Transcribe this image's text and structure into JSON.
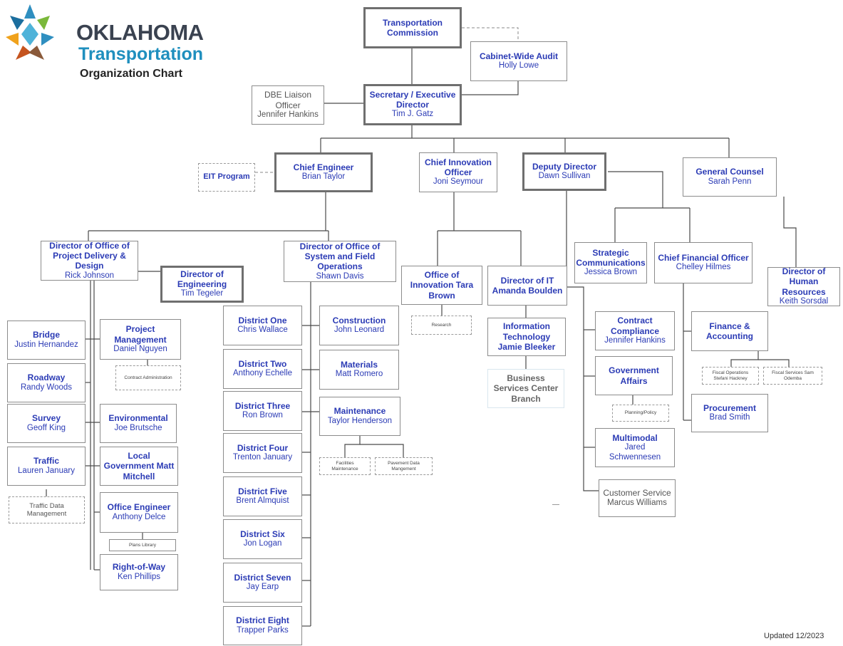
{
  "header": {
    "brand_line1": "OKLAHOMA",
    "brand_line2": "Transportation",
    "subtitle": "Organization Chart"
  },
  "footer": {
    "updated": "Updated 12/2023"
  },
  "nodes": {
    "transportation_commission": {
      "title": "Transportation Commission"
    },
    "cabinet_wide_audit": {
      "title": "Cabinet-Wide Audit",
      "name": "Holly Lowe"
    },
    "dbe_liaison": {
      "title": "DBE Liaison Officer",
      "name": "Jennifer Hankins"
    },
    "secretary": {
      "title": "Secretary / Executive Director",
      "name": "Tim J. Gatz"
    },
    "eit_program": {
      "title": "EIT Program"
    },
    "chief_engineer": {
      "title": "Chief Engineer",
      "name": "Brian Taylor"
    },
    "chief_innovation": {
      "title": "Chief Innovation Officer",
      "name": "Joni Seymour"
    },
    "deputy_director": {
      "title": "Deputy Director",
      "name": "Dawn Sullivan"
    },
    "general_counsel": {
      "title": "General Counsel",
      "name": "Sarah Penn"
    },
    "dir_project_delivery": {
      "title": "Director of Office of Project Delivery & Design",
      "name": "Rick Johnson"
    },
    "dir_engineering": {
      "title": "Director of Engineering",
      "name": "Tim Tegeler"
    },
    "dir_system_field": {
      "title": "Director of Office of System and Field Operations",
      "name": "Shawn Davis"
    },
    "office_innovation": {
      "title": "Office of Innovation Tara Brown"
    },
    "research": {
      "name": "Research"
    },
    "director_it": {
      "title": "Director of IT Amanda Boulden"
    },
    "info_tech": {
      "title": "Information Technology Jamie Bleeker"
    },
    "business_services": {
      "title": "Business Services Center Branch"
    },
    "strategic_comm": {
      "title": "Strategic Communications",
      "name": "Jessica Brown"
    },
    "cfo": {
      "title": "Chief Financial Officer",
      "name": "Chelley Hilmes"
    },
    "dir_hr": {
      "title": "Director of Human Resources",
      "name": "Keith Sorsdal"
    },
    "bridge": {
      "title": "Bridge",
      "name": "Justin Hernandez"
    },
    "roadway": {
      "title": "Roadway",
      "name": "Randy Woods"
    },
    "survey": {
      "title": "Survey",
      "name": "Geoff King"
    },
    "traffic": {
      "title": "Traffic",
      "name": "Lauren January"
    },
    "traffic_data": {
      "name": "Traffic Data Management"
    },
    "project_management": {
      "title": "Project Management",
      "name": "Daniel Nguyen"
    },
    "contract_admin": {
      "name": "Contract Administration"
    },
    "environmental": {
      "title": "Environmental",
      "name": "Joe Brutsche"
    },
    "local_government": {
      "title": "Local Government Matt Mitchell"
    },
    "office_engineer": {
      "title": "Office Engineer",
      "name": "Anthony Delce"
    },
    "plans_library": {
      "name": "Plans Library"
    },
    "right_of_way": {
      "title": "Right-of-Way",
      "name": "Ken Phillips"
    },
    "district_1": {
      "title": "District One",
      "name": "Chris Wallace"
    },
    "district_2": {
      "title": "District Two",
      "name": "Anthony Echelle"
    },
    "district_3": {
      "title": "District Three",
      "name": "Ron Brown"
    },
    "district_4": {
      "title": "District Four",
      "name": "Trenton January"
    },
    "district_5": {
      "title": "District Five",
      "name": "Brent Almquist"
    },
    "district_6": {
      "title": "District Six",
      "name": "Jon Logan"
    },
    "district_7": {
      "title": "District Seven",
      "name": "Jay Earp"
    },
    "district_8": {
      "title": "District Eight",
      "name": "Trapper Parks"
    },
    "construction": {
      "title": "Construction",
      "name": "John Leonard"
    },
    "materials": {
      "title": "Materials",
      "name": "Matt Romero"
    },
    "maintenance": {
      "title": "Maintenance",
      "name": "Taylor Henderson"
    },
    "facilities_maint": {
      "name": "Facilities Maintenance"
    },
    "pavement_data": {
      "name": "Pavement Data Mangement"
    },
    "contract_compliance": {
      "title": "Contract Compliance",
      "name": "Jennifer Hankins"
    },
    "gov_affairs": {
      "title": "Government Affairs"
    },
    "planning_policy": {
      "name": "Planning/Policy"
    },
    "multimodal": {
      "title": "Multimodal",
      "name": "Jared Schwennesen"
    },
    "customer_service": {
      "title": "Customer Service",
      "name": "Marcus Williams"
    },
    "finance_accounting": {
      "title": "Finance & Accounting"
    },
    "fiscal_operations": {
      "name": "Fiscal Operations Stefani Hackney"
    },
    "fiscal_services": {
      "name": "Fiscal Services Sam Odemba"
    },
    "procurement": {
      "title": "Procurement",
      "name": "Brad Smith"
    }
  }
}
